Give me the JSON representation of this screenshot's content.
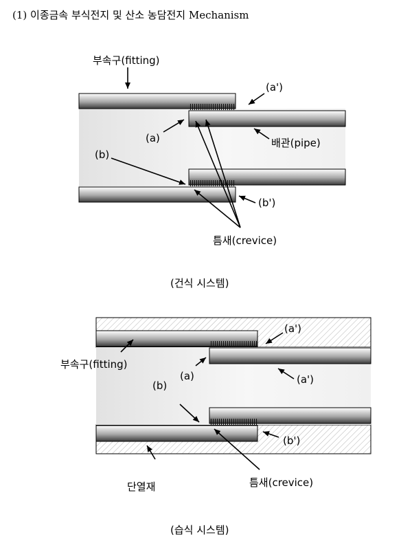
{
  "title": "(1) 이종금속 부식전지 및 산소 농담전지 Mechanism",
  "dry": {
    "caption": "(건식 시스템)",
    "fitting": "부속구(fitting)",
    "a_prime": "(a')",
    "a": "(a)",
    "pipe": "배관(pipe)",
    "b": "(b)",
    "b_prime": "(b')",
    "crevice": "틈새(crevice)"
  },
  "wet": {
    "caption": "(습식 시스템)",
    "a_prime_top": "(a')",
    "fitting": "부속구(fitting)",
    "a": "(a)",
    "a_prime_right": "(a')",
    "b": "(b)",
    "b_prime": "(b')",
    "insulation": "단열재",
    "crevice": "틈새(crevice)"
  }
}
